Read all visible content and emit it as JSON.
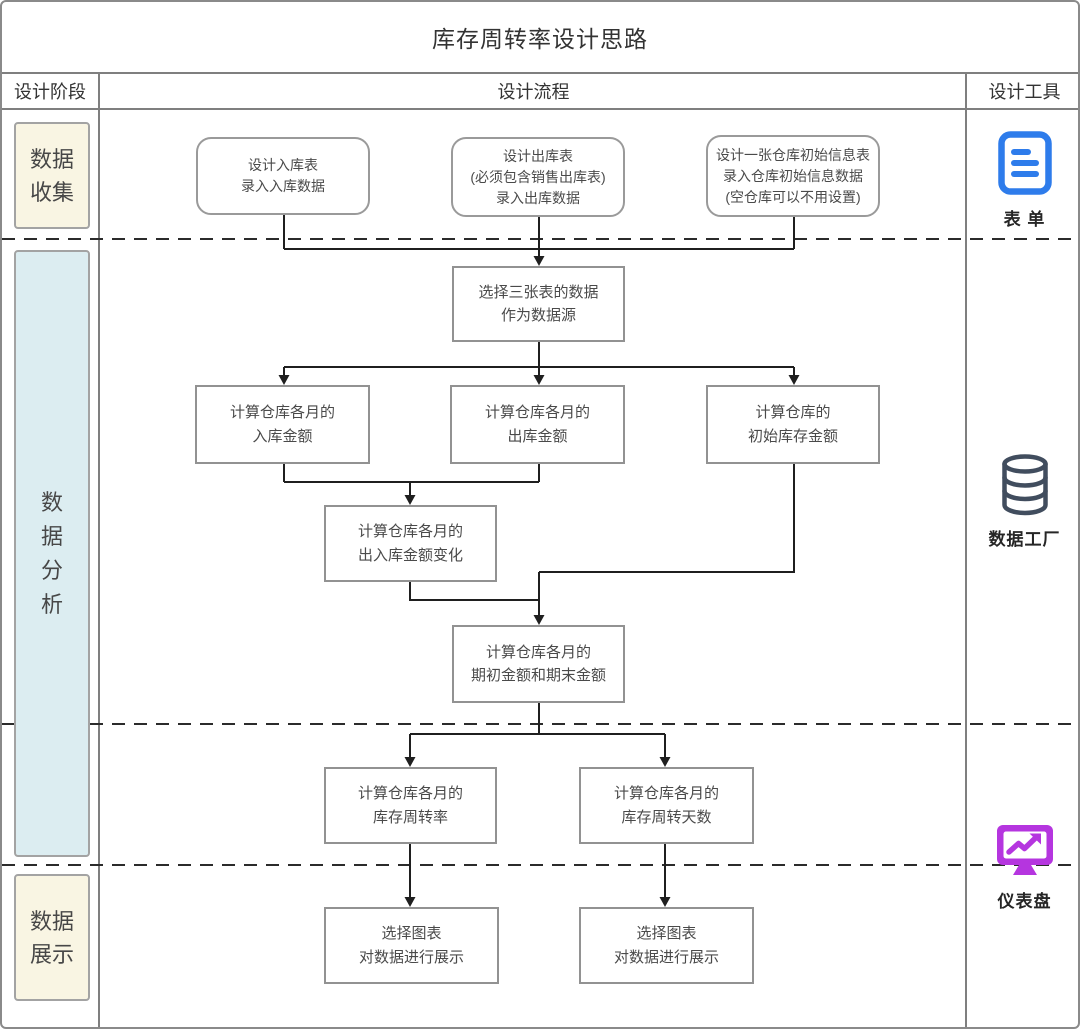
{
  "title": "库存周转率设计思路",
  "header": {
    "phase": "设计阶段",
    "process": "设计流程",
    "tools": "设计工具"
  },
  "phases": {
    "collect": {
      "lines": [
        "数据",
        "收集"
      ]
    },
    "analyze": {
      "lines": [
        "数",
        "据",
        "分",
        "析"
      ]
    },
    "display": {
      "lines": [
        "数据",
        "展示"
      ]
    }
  },
  "nodes": {
    "design_inbound": {
      "lines": [
        "设计入库表",
        "录入入库数据"
      ]
    },
    "design_outbound": {
      "lines": [
        "设计出库表",
        "(必须包含销售出库表)",
        "录入出库数据"
      ]
    },
    "design_initial": {
      "lines": [
        "设计一张仓库初始信息表",
        "录入仓库初始信息数据",
        "(空仓库可以不用设置)"
      ]
    },
    "select_source": {
      "lines": [
        "选择三张表的数据",
        "作为数据源"
      ]
    },
    "calc_inbound": {
      "lines": [
        "计算仓库各月的",
        "入库金额"
      ]
    },
    "calc_outbound": {
      "lines": [
        "计算仓库各月的",
        "出库金额"
      ]
    },
    "calc_initial": {
      "lines": [
        "计算仓库的",
        "初始库存金额"
      ]
    },
    "calc_change": {
      "lines": [
        "计算仓库各月的",
        "出入库金额变化"
      ]
    },
    "calc_period": {
      "lines": [
        "计算仓库各月的",
        "期初金额和期末金额"
      ]
    },
    "calc_rate": {
      "lines": [
        "计算仓库各月的",
        "库存周转率"
      ]
    },
    "calc_days": {
      "lines": [
        "计算仓库各月的",
        "库存周转天数"
      ]
    },
    "chart_left": {
      "lines": [
        "选择图表",
        "对数据进行展示"
      ]
    },
    "chart_right": {
      "lines": [
        "选择图表",
        "对数据进行展示"
      ]
    }
  },
  "tools": {
    "form": {
      "label": "表 单",
      "icon": "form-icon"
    },
    "datafactory": {
      "label": "数据工厂",
      "icon": "database-icon"
    },
    "dashboard": {
      "label": "仪表盘",
      "icon": "dashboard-icon"
    }
  },
  "colors": {
    "form_icon_blue": "#2E7CEB",
    "database_icon_slate": "#414D5E",
    "dashboard_icon_purple": "#B535DF",
    "phase_collect_fill": "#F9F5E3",
    "phase_analyze_fill": "#DCEDF1",
    "phase_display_fill": "#F9F5E3",
    "grid_border": "#7F7F7F",
    "connector": "#1F1F1F"
  }
}
